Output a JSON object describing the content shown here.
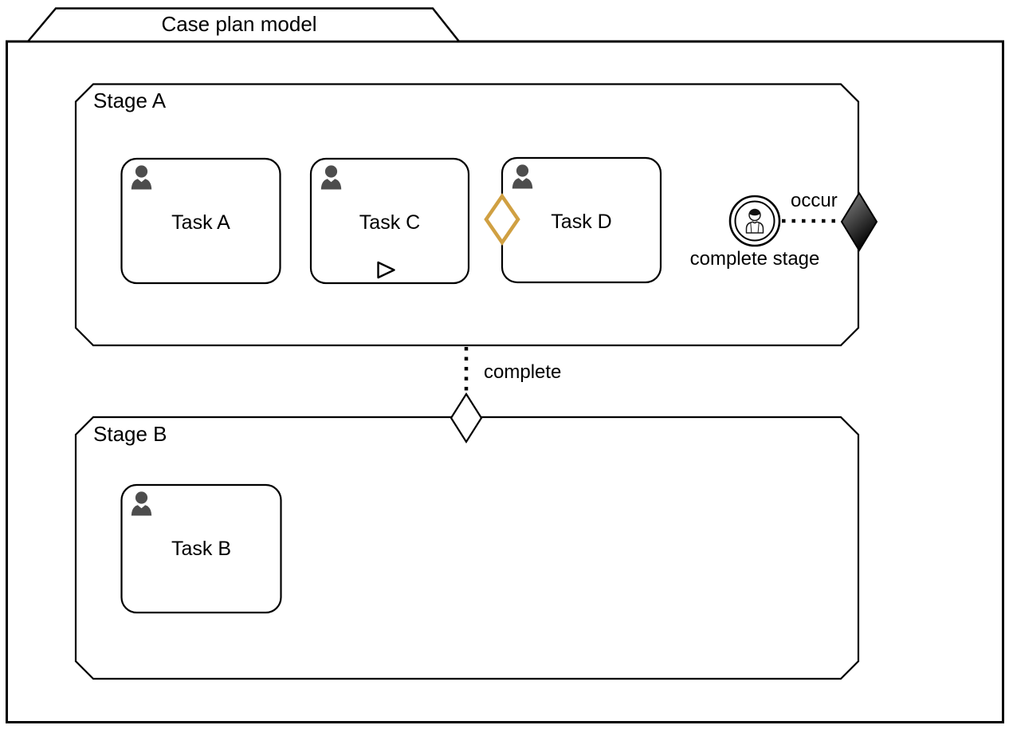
{
  "title": "Case plan model",
  "stages": [
    {
      "label": "Stage A",
      "tasks": [
        {
          "label": "Task A",
          "type_icon": "human-task-icon"
        },
        {
          "label": "Task C",
          "type_icon": "human-task-icon",
          "marker_icon": "manual-activation-triangle-icon"
        },
        {
          "label": "Task D",
          "type_icon": "human-task-icon",
          "entry_criterion_icon": "entry-criterion-diamond-icon"
        }
      ],
      "event_listener": {
        "label": "complete stage",
        "icon": "person-event-icon"
      },
      "exit_criterion_icon": "exit-criterion-diamond-icon"
    },
    {
      "label": "Stage B",
      "entry_criterion_icon": "entry-criterion-diamond-icon",
      "tasks": [
        {
          "label": "Task B",
          "type_icon": "human-task-icon"
        }
      ]
    }
  ],
  "connections": [
    {
      "label": "occur",
      "style": "dotted"
    },
    {
      "label": "complete",
      "style": "dotted"
    }
  ],
  "colors": {
    "stroke": "#000000",
    "background": "#ffffff",
    "task_icon_fill": "#4d4d4d",
    "entry_criterion_stroke": "#d0a042",
    "exit_criterion_gradient_start": "#8a8a8a",
    "exit_criterion_gradient_end": "#000000"
  }
}
